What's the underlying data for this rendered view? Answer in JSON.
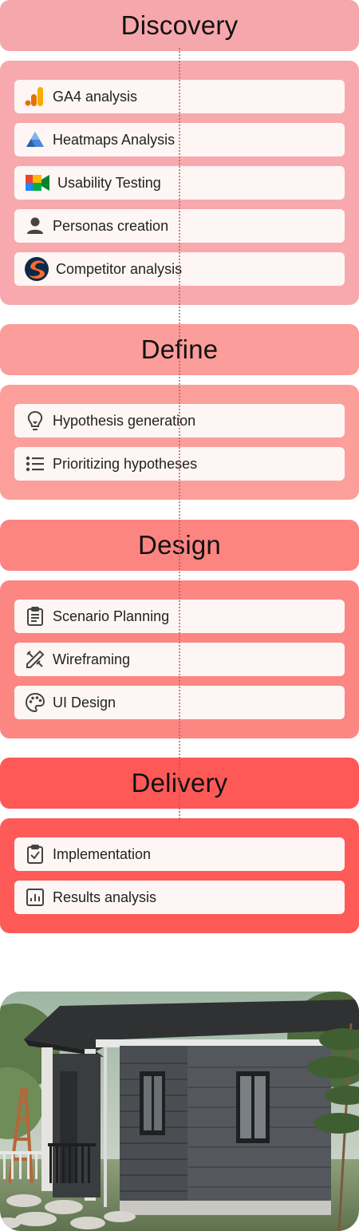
{
  "stages": [
    {
      "title": "Discovery",
      "colors": {
        "header": "#f6a7ab",
        "panel": "#f7a9ad"
      },
      "items": [
        {
          "label": "GA4 analysis",
          "icon": "ga4-icon"
        },
        {
          "label": "Heatmaps Analysis",
          "icon": "heatmap-icon"
        },
        {
          "label": "Usability Testing",
          "icon": "meet-icon"
        },
        {
          "label": "Personas creation",
          "icon": "person-icon"
        },
        {
          "label": "Competitor analysis",
          "icon": "similarweb-icon"
        }
      ]
    },
    {
      "title": "Define",
      "colors": {
        "header": "#fb9d9a",
        "panel": "#fc9f9b"
      },
      "items": [
        {
          "label": "Hypothesis generation",
          "icon": "lightbulb-icon"
        },
        {
          "label": "Prioritizing hypotheses",
          "icon": "list-icon"
        }
      ]
    },
    {
      "title": "Design",
      "colors": {
        "header": "#fc8581",
        "panel": "#fc8682"
      },
      "items": [
        {
          "label": "Scenario Planning",
          "icon": "clipboard-icon"
        },
        {
          "label": "Wireframing",
          "icon": "tools-icon"
        },
        {
          "label": "UI Design",
          "icon": "palette-icon"
        }
      ]
    },
    {
      "title": "Delivery",
      "colors": {
        "header": "#fe5957",
        "panel": "#fe5a58"
      },
      "items": [
        {
          "label": "Implementation",
          "icon": "checklist-icon"
        },
        {
          "label": "Results analysis",
          "icon": "bar-chart-icon"
        }
      ]
    }
  ]
}
